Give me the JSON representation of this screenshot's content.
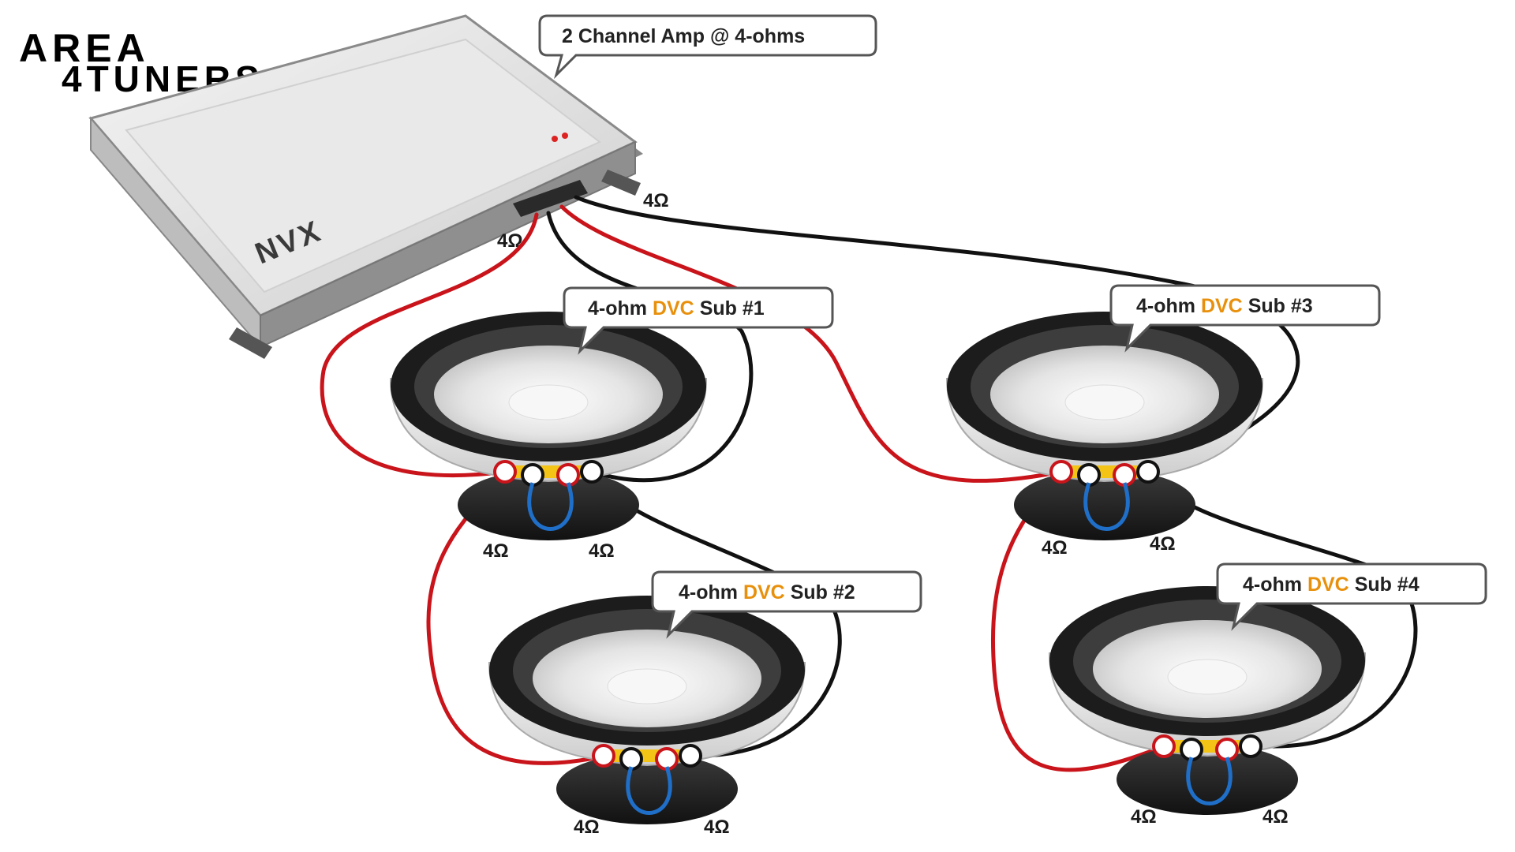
{
  "logo": {
    "line1": "AREA",
    "line2": "4TUNERS"
  },
  "amp": {
    "brand": "NVX",
    "callout": "2 Channel Amp @ 4-ohms",
    "ch_left_load": "4Ω",
    "ch_right_load": "4Ω"
  },
  "subs": [
    {
      "pre": "4-ohm ",
      "dvc": "DVC",
      "post": " Sub #1",
      "coil_a": "4Ω",
      "coil_b": "4Ω"
    },
    {
      "pre": "4-ohm ",
      "dvc": "DVC",
      "post": " Sub #2",
      "coil_a": "4Ω",
      "coil_b": "4Ω"
    },
    {
      "pre": "4-ohm ",
      "dvc": "DVC",
      "post": " Sub #3",
      "coil_a": "4Ω",
      "coil_b": "4Ω"
    },
    {
      "pre": "4-ohm ",
      "dvc": "DVC",
      "post": " Sub #4",
      "coil_a": "4Ω",
      "coil_b": "4Ω"
    }
  ],
  "colors": {
    "positive_wire": "#c8141a",
    "negative_wire": "#111111",
    "jumper_wire": "#1f6fc9",
    "dvc_accent": "#e8900c"
  }
}
